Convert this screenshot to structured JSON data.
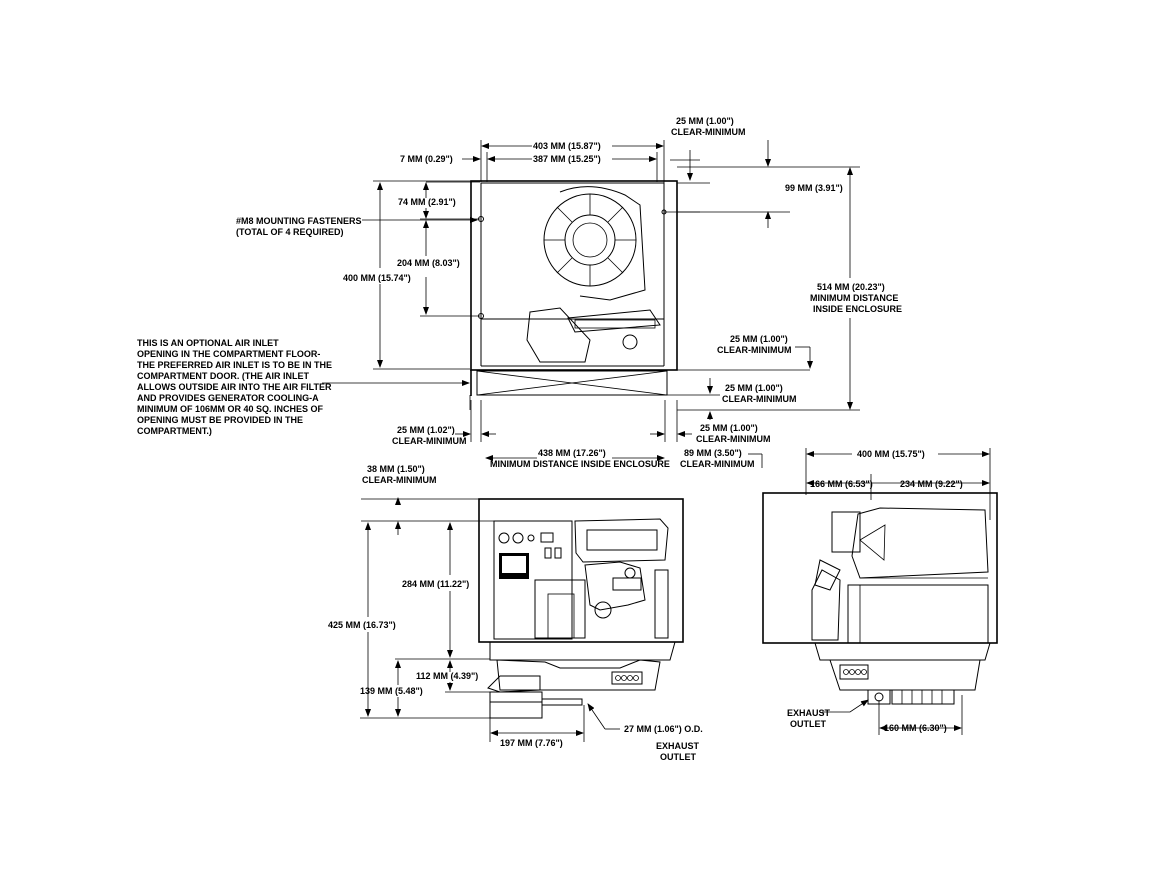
{
  "top_view": {
    "dim_403": "403 MM  (15.87\")",
    "dim_387": "387 MM  (15.25\")",
    "dim_7": "7 MM  (0.29\")",
    "dim_25_top_1": "25 MM  (1.00\")",
    "dim_25_top_2": "CLEAR-MINIMUM",
    "dim_99": "99 MM  (3.91\")",
    "dim_74": "74 MM  (2.91\")",
    "fastener_1": "#M8 MOUNTING FASTENERS",
    "fastener_2": "(TOTAL OF 4 REQUIRED)",
    "dim_204": "204 MM  (8.03\")",
    "dim_400": "400 MM  (15.74\")",
    "dim_514_1": "514 MM (20.23\")",
    "dim_514_2": "MINIMUM DISTANCE",
    "dim_514_3": "INSIDE ENCLOSURE",
    "dim_25_right_a1": "25 MM  (1.00\")",
    "dim_25_right_a2": "CLEAR-MINIMUM",
    "dim_25_right_b1": "25 MM  (1.00\")",
    "dim_25_right_b2": "CLEAR-MINIMUM",
    "note": [
      "THIS IS AN OPTIONAL AIR INLET",
      "OPENING IN THE COMPARTMENT FLOOR-",
      "THE PREFERRED AIR INLET IS TO BE IN THE",
      "COMPARTMENT DOOR.  (THE AIR INLET",
      "ALLOWS OUTSIDE AIR INTO THE AIR FILTER",
      "AND PROVIDES GENERATOR COOLING-A",
      "MINIMUM OF 106MM OR 40 SQ. INCHES OF",
      "OPENING MUST BE PROVIDED IN THE",
      "COMPARTMENT.)"
    ],
    "dim_25_left_1": "25 MM  (1.02\")",
    "dim_25_left_2": "CLEAR-MINIMUM",
    "dim_438_1": "438 MM (17.26\")",
    "dim_438_2": "MINIMUM DISTANCE INSIDE ENCLOSURE",
    "dim_25_br_1": "25 MM  (1.00\")",
    "dim_25_br_2": "CLEAR-MINIMUM",
    "dim_89_1": "89 MM  (3.50\")",
    "dim_89_2": "CLEAR-MINIMUM"
  },
  "front_view": {
    "dim_38_1": "38 MM  (1.50\")",
    "dim_38_2": "CLEAR-MINIMUM",
    "dim_284": "284 MM  (11.22\")",
    "dim_425": "425 MM  (16.73\")",
    "dim_112": "112 MM  (4.39\")",
    "dim_139": "139 MM  (5.48\")",
    "dim_197": "197 MM  (7.76\")",
    "dim_27": "27 MM  (1.06\")  O.D.",
    "exhaust_1": "EXHAUST",
    "exhaust_2": "OUTLET"
  },
  "side_view": {
    "dim_400": "400 MM  (15.75\")",
    "dim_166": "166 MM  (6.53\")",
    "dim_234": "234 MM  (9.22\")",
    "exhaust_1": "EXHAUST",
    "exhaust_2": "OUTLET",
    "dim_160": "160 MM  (6.30\")"
  }
}
